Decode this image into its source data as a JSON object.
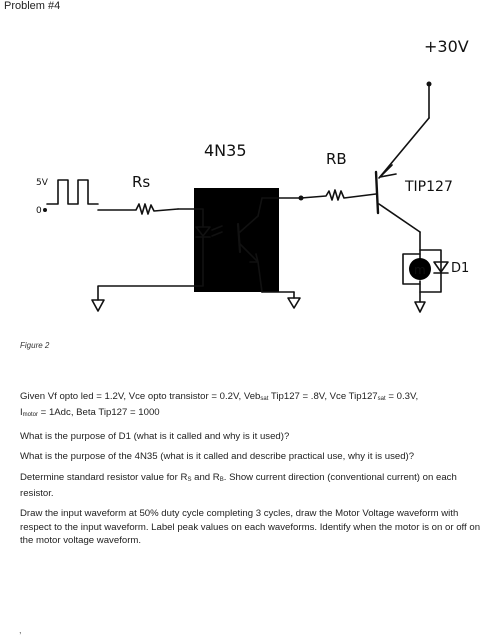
{
  "header": {
    "problem_title": "Problem #4"
  },
  "figure": {
    "supply_label": "+30V",
    "optocoupler_label": "4N35",
    "rs_label": "Rs",
    "rb_label": "RB",
    "transistor_label": "TIP127",
    "diode_label": "D1",
    "motor_label": "m",
    "pulse_high_label": "5V",
    "pulse_low_label": "0",
    "caption": "Figure 2"
  },
  "given": {
    "line1_a": "Given Vf opto led = 1.2V, Vce opto transistor = 0.2V, Veb",
    "line1_sub1": "sat",
    "line1_b": " Tip127 = .8V, Vce Tip127",
    "line1_sub2": "sat",
    "line1_c": " = 0.3V,",
    "line2_a": "I",
    "line2_sub": "motor",
    "line2_b": " = 1Adc, Beta Tip127 = 1000"
  },
  "questions": {
    "q1": "What is the purpose of D1 (what is it called and why is it used)?",
    "q2": "What is the purpose of the 4N35 (what is it called and describe practical use, why it is used)?",
    "q3_a": "Determine standard resistor value for R",
    "q3_sub1": "S",
    "q3_b": " and R",
    "q3_sub2": "B",
    "q3_c": ".  Show current direction (conventional current) on each resistor.",
    "q4": "Draw the input waveform at 50% duty cycle completing 3 cycles, draw the Motor Voltage waveform with respect to the input waveform.  Label peak values on each waveforms. Identify when the motor is on or off on the motor voltage waveform."
  },
  "footer_mark": ","
}
